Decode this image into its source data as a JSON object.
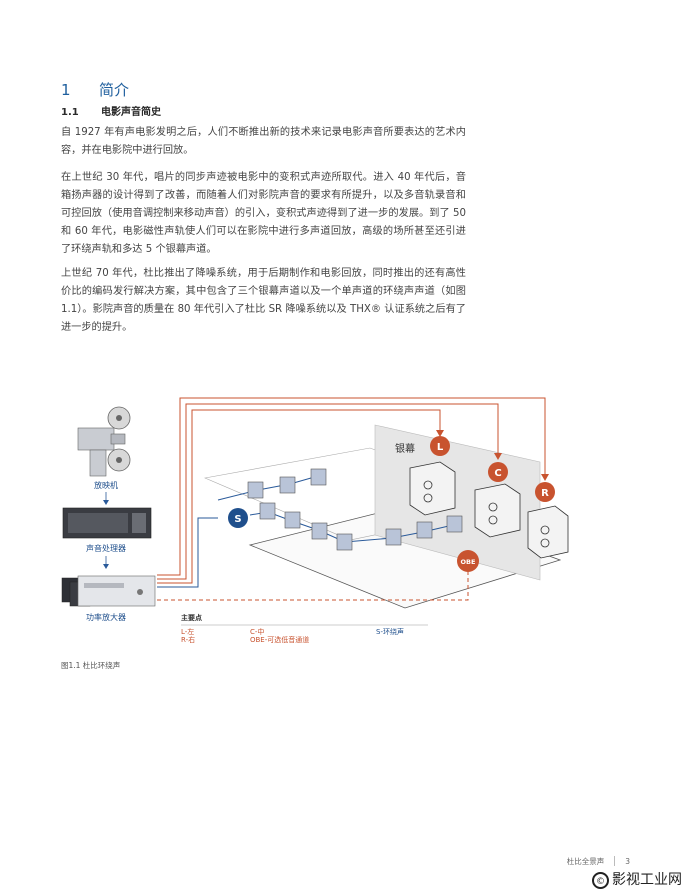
{
  "section": {
    "number": "1",
    "title": "简介"
  },
  "subsection": {
    "number": "1.1",
    "title": "电影声音简史"
  },
  "paragraphs": [
    "自 1927 年有声电影发明之后，人们不断推出新的技术来记录电影声音所要表达的艺术内容，并在电影院中进行回放。",
    "在上世纪 30 年代，唱片的同步声迹被电影中的变积式声迹所取代。进入 40 年代后，音箱扬声器的设计得到了改善，而随着人们对影院声音的要求有所提升，以及多音轨录音和可控回放（使用音调控制来移动声音）的引入，变积式声迹得到了进一步的发展。到了 50 和 60 年代，电影磁性声轨使人们可以在影院中进行多声道回放，高级的场所甚至还引进了环绕声轨和多达 5 个银幕声道。",
    "上世纪 70 年代，杜比推出了降噪系统，用于后期制作和电影回放，同时推出的还有高性价比的编码发行解决方案，其中包含了三个银幕声道以及一个单声道的环绕声声道（如图 1.1）。影院声音的质量在 80 年代引入了杜比 SR 降噪系统以及 THX® 认证系统之后有了进一步的提升。"
  ],
  "figure": {
    "screen_label": "银幕",
    "projector_label": "放映机",
    "processor_label": "声音处理器",
    "amp_label": "功率放大器",
    "speakers": {
      "L": "L",
      "C": "C",
      "R": "R",
      "S": "S",
      "OBE": "OBE"
    },
    "legend": {
      "title": "主要点",
      "l": "L-左",
      "r": "R-右",
      "c": "C-中",
      "obe": "OBE-可选低音通道",
      "s": "S-环绕声"
    },
    "colors": {
      "accent": "#c8532f",
      "blue": "#1f4f8c",
      "orange_line": "#d06a3a"
    }
  },
  "caption": "图1.1  杜比环绕声",
  "footer": {
    "title": "杜比全景声",
    "page": "3"
  },
  "watermark": "影视工业网"
}
